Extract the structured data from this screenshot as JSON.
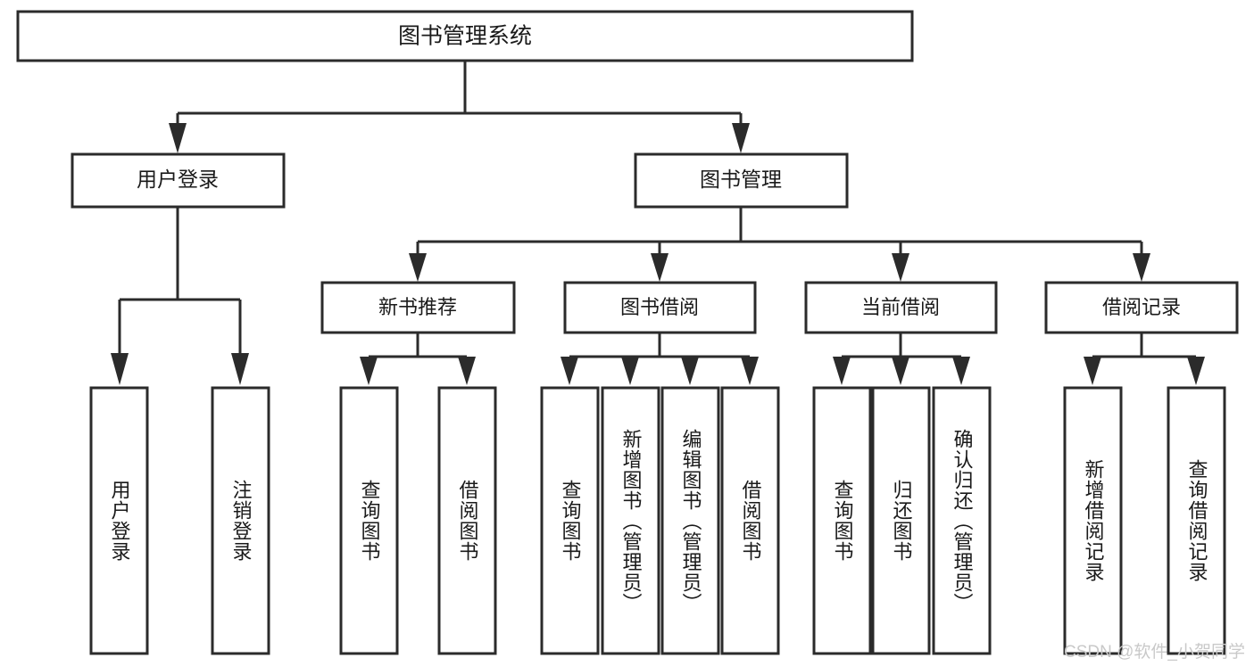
{
  "diagram": {
    "type": "tree",
    "title": "图书管理系统",
    "root": {
      "id": "root",
      "label": "图书管理系统"
    },
    "level2": [
      {
        "id": "login",
        "label": "用户登录"
      },
      {
        "id": "bookmgmt",
        "label": "图书管理"
      }
    ],
    "level3": [
      {
        "id": "newbook",
        "label": "新书推荐",
        "parent": "bookmgmt"
      },
      {
        "id": "borrow",
        "label": "图书借阅",
        "parent": "bookmgmt"
      },
      {
        "id": "current",
        "label": "当前借阅",
        "parent": "bookmgmt"
      },
      {
        "id": "records",
        "label": "借阅记录",
        "parent": "bookmgmt"
      }
    ],
    "leaves": [
      {
        "id": "leaf-1",
        "label": "用户登录",
        "parent": "login"
      },
      {
        "id": "leaf-2",
        "label": "注销登录",
        "parent": "login"
      },
      {
        "id": "leaf-3",
        "label": "查询图书",
        "parent": "newbook"
      },
      {
        "id": "leaf-4",
        "label": "借阅图书",
        "parent": "newbook"
      },
      {
        "id": "leaf-5",
        "label": "查询图书",
        "parent": "borrow"
      },
      {
        "id": "leaf-6",
        "label": "新增图书（管理员）",
        "parent": "borrow"
      },
      {
        "id": "leaf-7",
        "label": "编辑图书（管理员）",
        "parent": "borrow"
      },
      {
        "id": "leaf-8",
        "label": "借阅图书",
        "parent": "borrow"
      },
      {
        "id": "leaf-9",
        "label": "查询图书",
        "parent": "current"
      },
      {
        "id": "leaf-10",
        "label": "归还图书",
        "parent": "current"
      },
      {
        "id": "leaf-11",
        "label": "确认归还（管理员）",
        "parent": "current"
      },
      {
        "id": "leaf-12",
        "label": "新增借阅记录",
        "parent": "records"
      },
      {
        "id": "leaf-13",
        "label": "查询借阅记录",
        "parent": "records"
      }
    ],
    "colors": {
      "line": "#2b2b2b",
      "box_fill": "#ffffff",
      "text": "#1a1a1a",
      "watermark": "#c9c9c9"
    }
  },
  "watermark": {
    "text": "CSDN @软件_小贺同学"
  }
}
